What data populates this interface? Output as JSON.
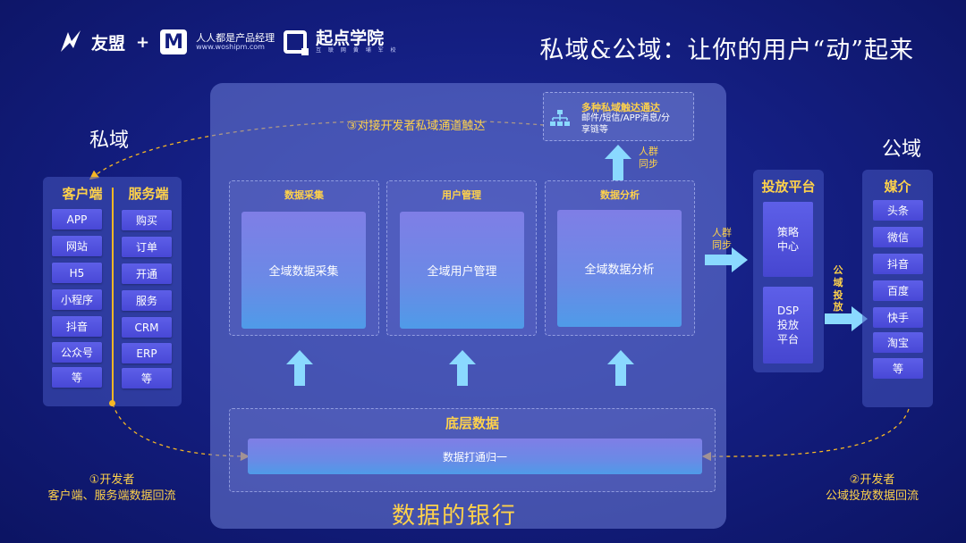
{
  "header": {
    "logo1": "友盟",
    "plus": "+",
    "logo2_main": "人人都是产品经理",
    "logo2_sub": "www.woshipm.com",
    "logo3_main": "起点学院",
    "logo3_sub": "互 联 网 黄 埔 军 校",
    "title": "私域&公域：让你的用户“动”起来"
  },
  "private_domain": {
    "label": "私域",
    "client": {
      "title": "客户端",
      "items": [
        "APP",
        "网站",
        "H5",
        "小程序",
        "抖音",
        "公众号",
        "等"
      ]
    },
    "server": {
      "title": "服务端",
      "items": [
        "购买",
        "订单",
        "开通",
        "服务",
        "CRM",
        "ERP",
        "等"
      ]
    },
    "note1_line1": "①开发者",
    "note1_line2": "客户端、服务端数据回流"
  },
  "bank": {
    "title": "数据的银行",
    "touch_label": "③对接开发者私域通道触达",
    "touch_box": {
      "title": "多种私域触达通达",
      "desc_line1": "邮件/短信/APP消息/分",
      "desc_line2": "享链等"
    },
    "crowd_sync_top_line1": "人群",
    "crowd_sync_top_line2": "同步",
    "modules": [
      {
        "title": "数据采集",
        "inner": "全域数据采集"
      },
      {
        "title": "用户管理",
        "inner": "全域用户管理"
      },
      {
        "title": "数据分析",
        "inner": "全域数据分析"
      }
    ],
    "base": {
      "title": "底层数据",
      "bar": "数据打通归一"
    }
  },
  "crowd_sync_right_line1": "人群",
  "crowd_sync_right_line2": "同步",
  "platform": {
    "title": "投放平台",
    "items": [
      {
        "line1": "策略",
        "line2": "中心",
        "line3": ""
      },
      {
        "line1": "DSP",
        "line2": "投放",
        "line3": "平台"
      }
    ]
  },
  "public_push": [
    "公",
    "域",
    "投",
    "放"
  ],
  "public_domain": {
    "label": "公域",
    "media": {
      "title": "媒介",
      "items": [
        "头条",
        "微信",
        "抖音",
        "百度",
        "快手",
        "淘宝",
        "等"
      ]
    },
    "note2_line1": "②开发者",
    "note2_line2": "公域投放数据回流"
  },
  "colors": {
    "accent_yellow": "#ffd24a",
    "arrow_cyan": "#8ad9ff",
    "background": "#131d7e"
  }
}
